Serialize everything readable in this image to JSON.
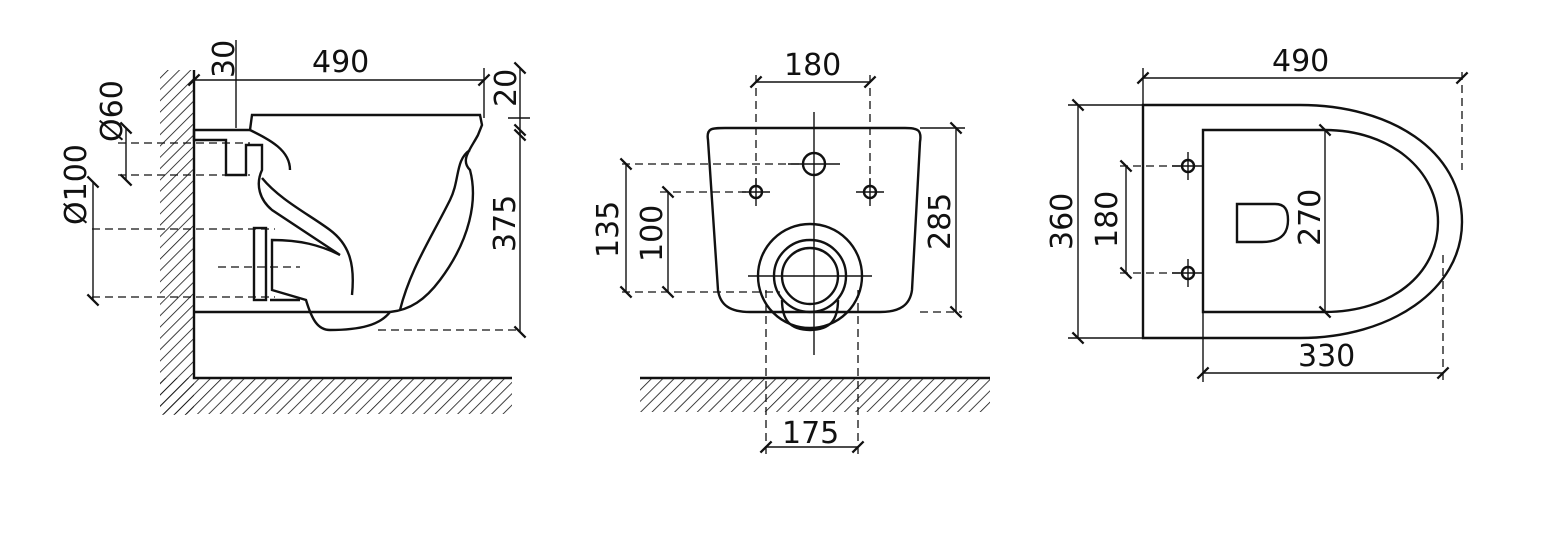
{
  "side_view": {
    "width": "490",
    "wall_offset": "30",
    "seat_thickness": "20",
    "outlet_diameter": "Ø60",
    "inlet_diameter": "Ø100",
    "height": "375"
  },
  "front_view": {
    "bolt_spacing": "180",
    "outlet_height": "135",
    "inlet_height": "100",
    "height": "285",
    "foot_width": "175"
  },
  "top_view": {
    "width": "490",
    "depth": "360",
    "bolt_spacing": "180",
    "inner_depth": "270",
    "inner_width": "330"
  }
}
